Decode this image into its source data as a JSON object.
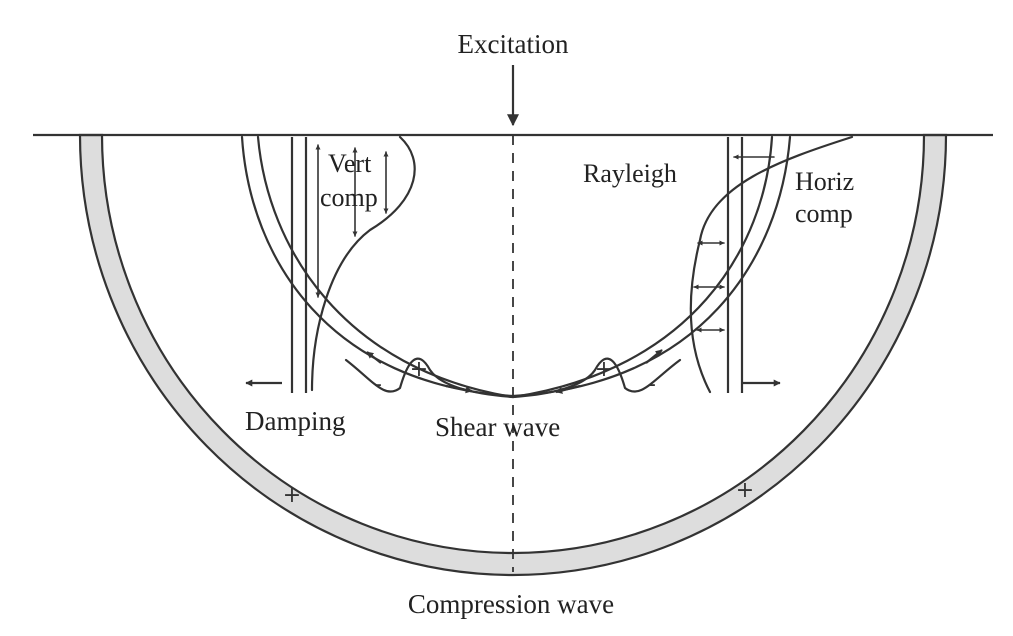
{
  "labels": {
    "excitation": "Excitation",
    "vert_comp_1": "Vert",
    "vert_comp_2": "comp",
    "rayleigh": "Rayleigh",
    "horiz_comp_1": "Horiz",
    "horiz_comp_2": "comp",
    "damping": "Damping",
    "shear_wave": "Shear wave",
    "compression_wave": "Compression wave"
  },
  "signs": {
    "shear_left_minus": "-",
    "shear_left_plus": "+",
    "shear_right_plus": "+",
    "shear_right_minus": "-",
    "compression_left_plus": "+",
    "compression_right_plus": "+"
  },
  "colors": {
    "line": "#333333",
    "compression_band": "#dddddd",
    "background": "#ffffff"
  }
}
